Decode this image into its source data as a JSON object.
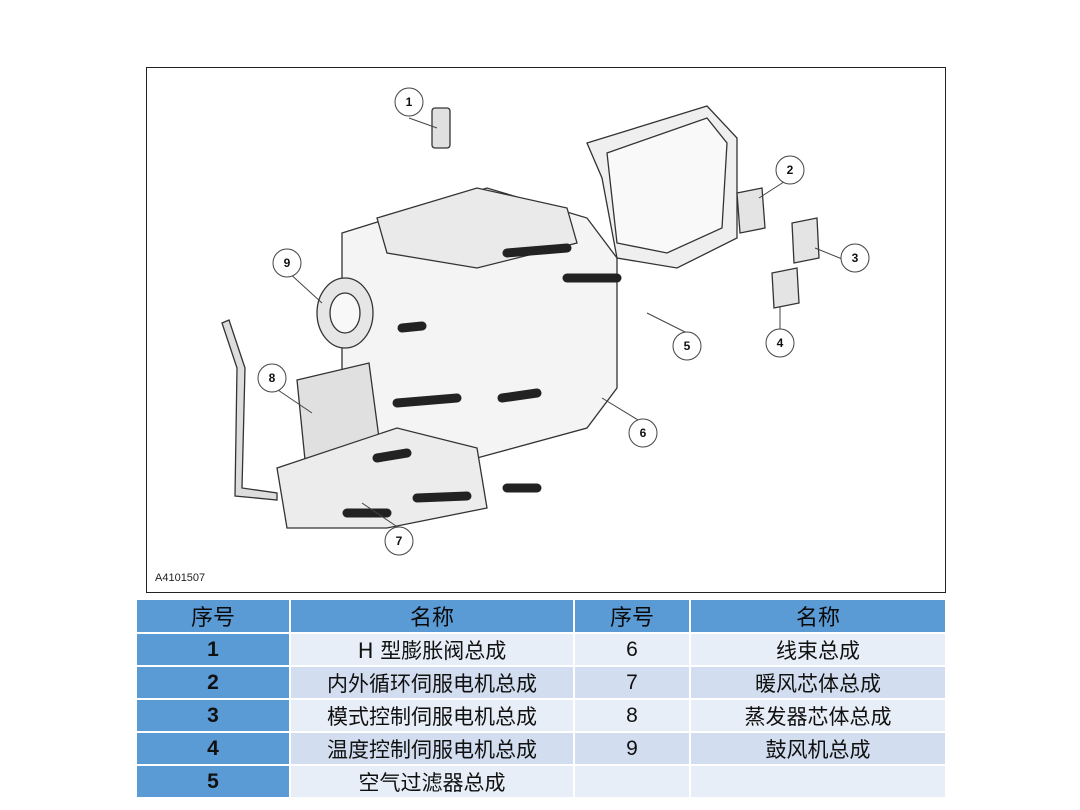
{
  "figure": {
    "id_label": "A4101507",
    "callouts": [
      "1",
      "2",
      "3",
      "4",
      "5",
      "6",
      "7",
      "8",
      "9"
    ]
  },
  "table": {
    "headers": [
      "序号",
      "名称",
      "序号",
      "名称"
    ],
    "rows": [
      [
        "1",
        "H 型膨胀阀总成",
        "6",
        "线束总成"
      ],
      [
        "2",
        "内外循环伺服电机总成",
        "7",
        "暖风芯体总成"
      ],
      [
        "3",
        "模式控制伺服电机总成",
        "8",
        "蒸发器芯体总成"
      ],
      [
        "4",
        "温度控制伺服电机总成",
        "9",
        "鼓风机总成"
      ],
      [
        "5",
        "空气过滤器总成",
        "",
        ""
      ]
    ]
  },
  "colors": {
    "header_bg": "#5b9bd5",
    "row_light": "#e8eef7",
    "row_dark": "#d2deef"
  }
}
